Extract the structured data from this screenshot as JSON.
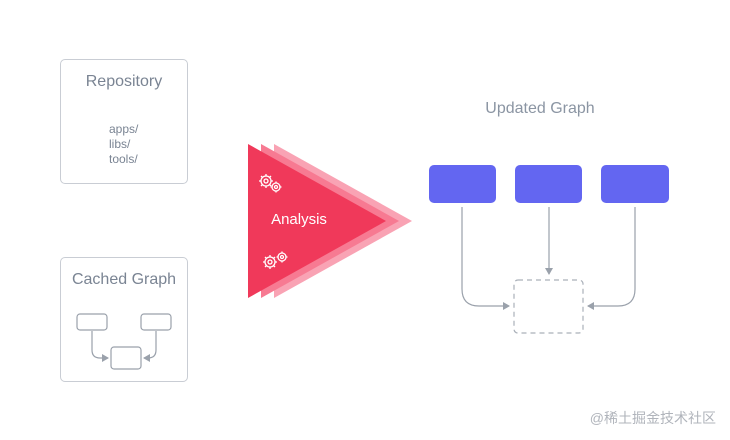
{
  "repository": {
    "title": "Repository",
    "items": [
      "apps/",
      "libs/",
      "tools/"
    ]
  },
  "cached_graph": {
    "title": "Cached Graph"
  },
  "analysis": {
    "label": "Analysis"
  },
  "updated_graph": {
    "title": "Updated Graph"
  },
  "watermark": "@稀土掘金技术社区",
  "colors": {
    "analysis_fill": "#f0395a",
    "analysis_layer": "#f77a92",
    "node_fill": "#6366f1",
    "border": "#c9cdd4",
    "text_muted": "#7a8493"
  }
}
